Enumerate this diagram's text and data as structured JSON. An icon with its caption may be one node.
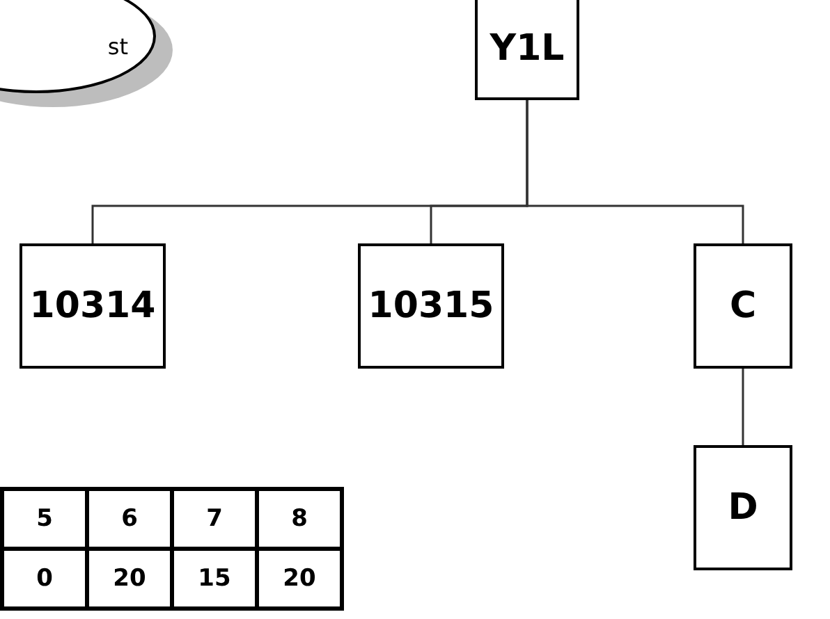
{
  "diagram": {
    "nodes": [
      {
        "text": [
          "st"
        ]
      },
      {
        "text": [
          "Y1L"
        ]
      },
      {
        "text": [
          "10314"
        ]
      },
      {
        "text": [
          "10315"
        ]
      },
      {
        "text": [
          "C"
        ]
      },
      {
        "text": [
          "D"
        ]
      }
    ],
    "edges": [
      {
        "from": 1,
        "to": 2,
        "arrow": "none"
      },
      {
        "from": 1,
        "to": 3,
        "arrow": "none"
      },
      {
        "from": 1,
        "to": 4,
        "arrow": "none"
      },
      {
        "from": 4,
        "to": 5,
        "arrow": "none"
      }
    ],
    "labels": [
      "5",
      "6",
      "7",
      "8",
      "0",
      "20",
      "15",
      "20"
    ]
  }
}
